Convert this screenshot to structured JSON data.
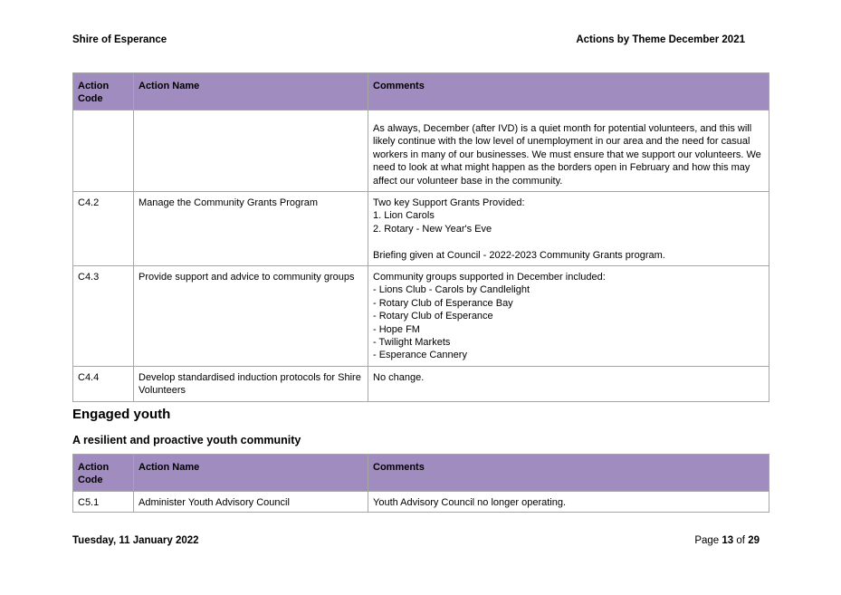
{
  "header": {
    "org": "Shire of Esperance",
    "doc_title": "Actions by Theme December 2021"
  },
  "table_headers": {
    "code": "Action Code",
    "name": "Action Name",
    "comments": "Comments"
  },
  "table1_rows": [
    {
      "code": "",
      "name": "",
      "comments": "As always, December (after IVD) is a quiet month for potential volunteers, and this will likely continue with the low level of unemployment in our area and the need for casual workers in many of our businesses. We must ensure that we support our volunteers. We need to look at what might happen as the borders open in February and how this may affect our volunteer base in the community."
    },
    {
      "code": "C4.2",
      "name": "Manage the Community Grants Program",
      "comment_lines": [
        "Two key Support Grants Provided:",
        "1. Lion Carols",
        "2. Rotary - New Year's Eve",
        "",
        "Briefing given at Council - 2022-2023 Community Grants program."
      ]
    },
    {
      "code": "C4.3",
      "name": "Provide support and advice to community groups",
      "comment_lines": [
        "Community groups supported in December included:",
        "- Lions Club - Carols by Candlelight",
        "- Rotary Club of Esperance Bay",
        "- Rotary Club of Esperance",
        "- Hope FM",
        "- Twilight Markets",
        "- Esperance Cannery"
      ]
    },
    {
      "code": "C4.4",
      "name": "Develop standardised induction protocols for Shire Volunteers",
      "comments": "No change."
    }
  ],
  "section": {
    "heading": "Engaged youth",
    "subheading": "A resilient and proactive youth community"
  },
  "table2_rows": [
    {
      "code": "C5.1",
      "name": "Administer Youth Advisory Council",
      "comments": "Youth Advisory Council no longer operating."
    }
  ],
  "footer": {
    "date": "Tuesday, 11 January 2022",
    "page_prefix": "Page",
    "page_current": "13",
    "page_of": "of",
    "page_total": "29"
  }
}
